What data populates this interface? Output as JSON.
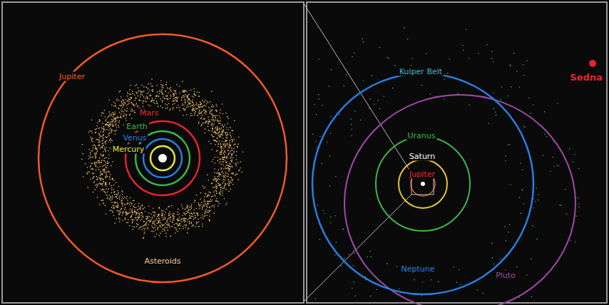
{
  "diagram": {
    "labels": [
      "Jupiter",
      "Mars",
      "Earth",
      "Venus",
      "Mercury",
      "Asteroids",
      "Kuiper Belt",
      "Sedna",
      "Uranus",
      "Saturn",
      "Jupiter",
      "Neptune",
      "Pluto"
    ]
  }
}
